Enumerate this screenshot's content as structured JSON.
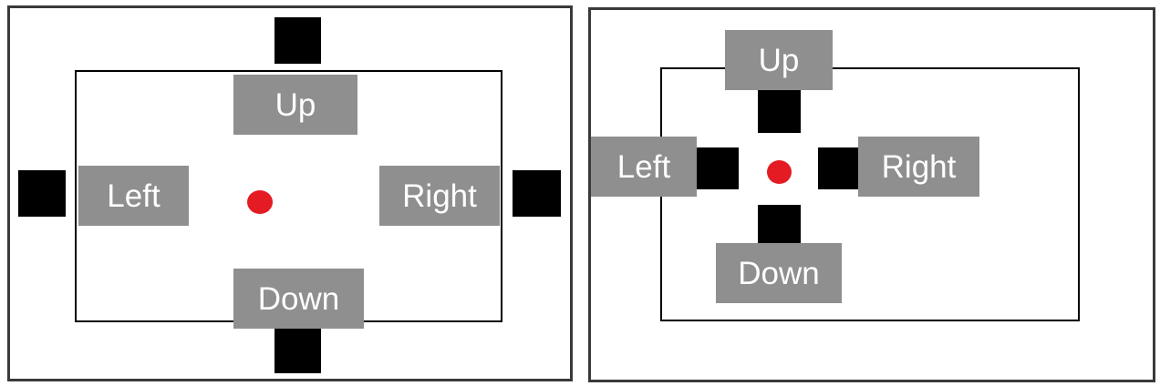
{
  "colors": {
    "frame": "#3a3a3a",
    "inner_rect": "#000000",
    "square": "#000000",
    "label_bg": "#8f8f8f",
    "label_text": "#ffffff",
    "dot": "#e51b24"
  },
  "panels": [
    {
      "labels": {
        "up": "Up",
        "down": "Down",
        "left": "Left",
        "right": "Right"
      }
    },
    {
      "labels": {
        "up": "Up",
        "down": "Down",
        "left": "Left",
        "right": "Right"
      }
    }
  ]
}
